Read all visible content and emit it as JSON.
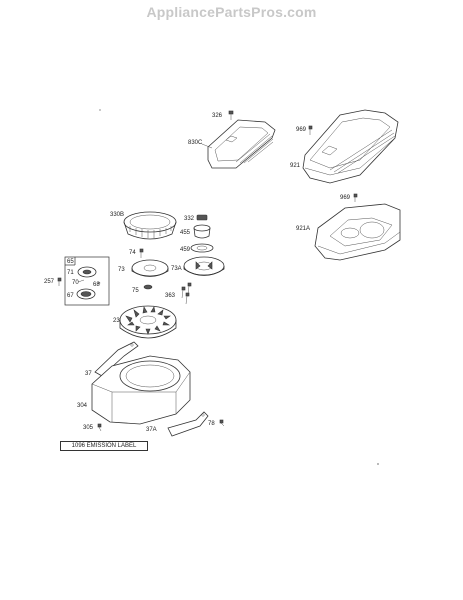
{
  "watermark": "AppliancePartsPros.com",
  "emission_label": "1096 EMISSION LABEL",
  "part_numbers": {
    "p326": "326",
    "p830C": "830C",
    "p969a": "969",
    "p921": "921",
    "p969b": "969",
    "p921A": "921A",
    "p330B": "330B",
    "p332": "332",
    "p455": "455",
    "p459": "459",
    "p74": "74",
    "p73": "73",
    "p73A": "73A",
    "p65": "65",
    "p71": "71",
    "p70": "70",
    "p68": "68",
    "p67": "67",
    "p257": "257",
    "p75": "75",
    "p363": "363",
    "p23": "23",
    "p37": "37",
    "p304": "304",
    "p305": "305",
    "p37A": "37A",
    "p78": "78"
  }
}
